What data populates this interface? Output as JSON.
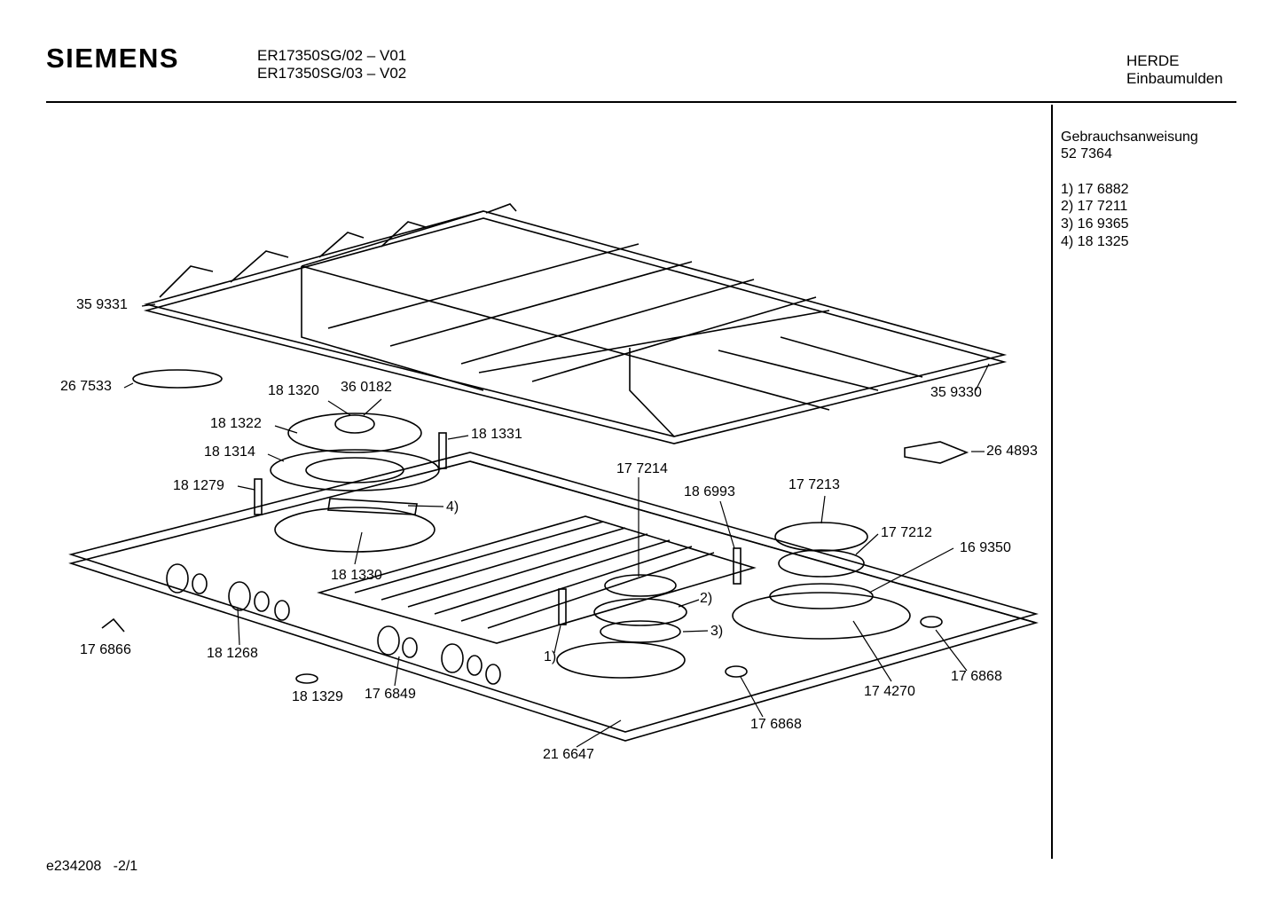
{
  "header": {
    "brand": "SIEMENS",
    "models": [
      "ER17350SG/02 – V01",
      "ER17350SG/03 – V02"
    ],
    "category": [
      "HERDE",
      "Einbaumulden"
    ]
  },
  "sidebar": {
    "manual_label": "Gebrauchsanweisung",
    "manual_number": "52 7364",
    "notes": [
      "1)  17 6882",
      "2)  17 7211",
      "3)  16 9365",
      "4)  18 1325"
    ]
  },
  "parts": {
    "p359331": "35 9331",
    "p267533": "26 7533",
    "p181320": "18 1320",
    "p360182": "36 0182",
    "p181322": "18 1322",
    "p181331": "18 1331",
    "p181314": "18 1314",
    "p181279": "18 1279",
    "ref4": "4)",
    "p181330": "18 1330",
    "p359330": "35 9330",
    "p264893": "26 4893",
    "p177214": "17 7214",
    "p186993": "18 6993",
    "p177213": "17 7213",
    "p177212": "17 7212",
    "p169350": "16 9350",
    "ref2": "2)",
    "ref3": "3)",
    "ref1": "1)",
    "p176866": "17 6866",
    "p181268": "18 1268",
    "p181329": "18 1329",
    "p176849": "17 6849",
    "p174270": "17 4270",
    "p176868a": "17 6868",
    "p176868b": "17 6868",
    "p216647": "21 6647"
  },
  "footer": {
    "code": "e234208   -2/1"
  }
}
